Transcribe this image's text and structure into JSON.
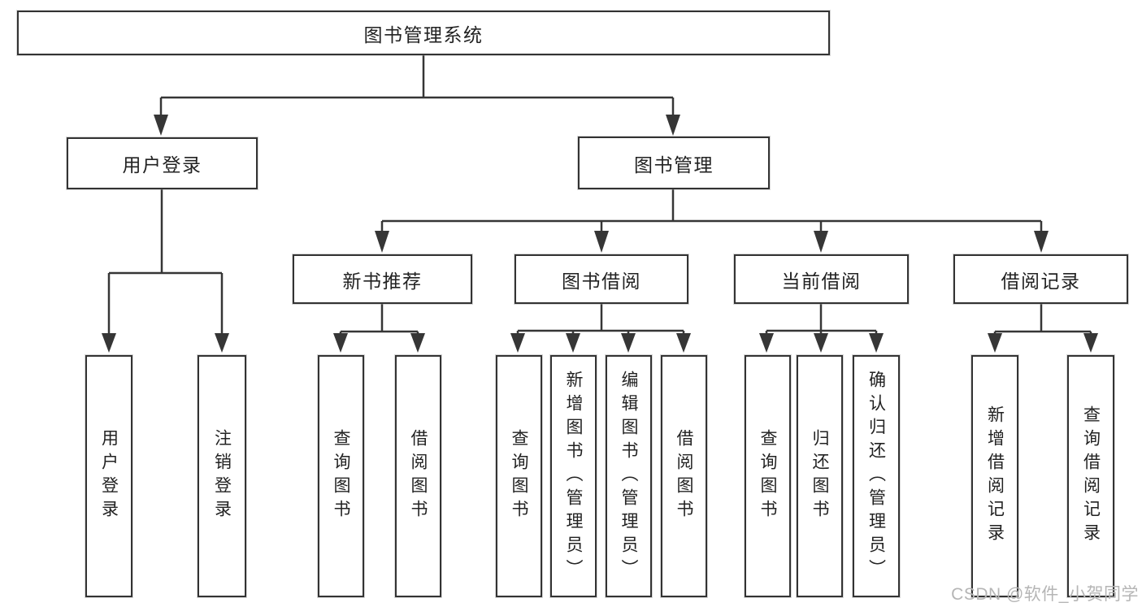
{
  "diagram": {
    "root": {
      "label": "图书管理系统"
    },
    "branches": [
      {
        "label": "用户登录",
        "children": [
          {
            "label": "用户登录"
          },
          {
            "label": "注销登录"
          }
        ]
      },
      {
        "label": "图书管理",
        "children": [
          {
            "label": "新书推荐",
            "children": [
              {
                "label": "查询图书"
              },
              {
                "label": "借阅图书"
              }
            ]
          },
          {
            "label": "图书借阅",
            "children": [
              {
                "label": "查询图书"
              },
              {
                "label": "新增图书（管理员）"
              },
              {
                "label": "编辑图书（管理员）"
              },
              {
                "label": "借阅图书"
              }
            ]
          },
          {
            "label": "当前借阅",
            "children": [
              {
                "label": "查询图书"
              },
              {
                "label": "归还图书"
              },
              {
                "label": "确认归还（管理员）"
              }
            ]
          },
          {
            "label": "借阅记录",
            "children": [
              {
                "label": "新增借阅记录"
              },
              {
                "label": "查询借阅记录"
              }
            ]
          }
        ]
      }
    ]
  },
  "watermark": {
    "text": "CSDN @软件_小贺同学"
  },
  "colors": {
    "background": "#ffffff",
    "line": "#363636",
    "box_border": "#333333",
    "text": "#222222",
    "watermark": "#b5b5b5"
  }
}
